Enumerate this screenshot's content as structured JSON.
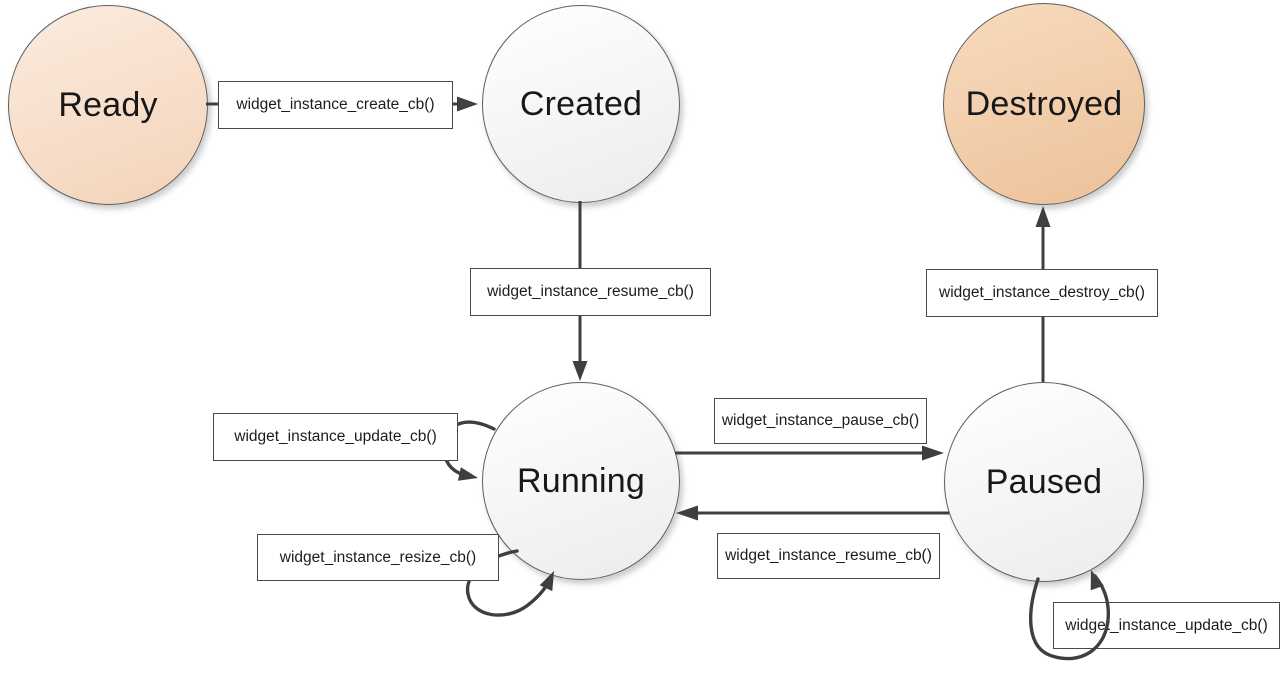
{
  "diagram": {
    "type": "state-diagram",
    "background": "#ffffff",
    "connector_color": "#3f3f3f",
    "box_border_color": "#4a4a4a",
    "node_border_color": "#5f5f5f",
    "states": [
      {
        "label": "Ready",
        "fill_top": "#fcecdf",
        "fill_bottom": "#f3d3b9"
      },
      {
        "label": "Created",
        "fill_top": "#fefefe",
        "fill_bottom": "#ececec"
      },
      {
        "label": "Destroyed",
        "fill_top": "#f7dbbe",
        "fill_bottom": "#edc199"
      },
      {
        "label": "Running",
        "fill_top": "#fefefe",
        "fill_bottom": "#ececec"
      },
      {
        "label": "Paused",
        "fill_top": "#fefefe",
        "fill_bottom": "#ececec"
      }
    ],
    "transitions": [
      {
        "from": "Ready",
        "to": "Created",
        "label": "widget_instance_create_cb()"
      },
      {
        "from": "Created",
        "to": "Running",
        "label": "widget_instance_resume_cb()"
      },
      {
        "from": "Running",
        "to": "Paused",
        "label": "widget_instance_pause_cb()"
      },
      {
        "from": "Paused",
        "to": "Running",
        "label": "widget_instance_resume_cb()"
      },
      {
        "from": "Paused",
        "to": "Destroyed",
        "label": "widget_instance_destroy_cb()"
      },
      {
        "from": "Running",
        "to": "Running",
        "label": "widget_instance_update_cb()"
      },
      {
        "from": "Running",
        "to": "Running",
        "label": "widget_instance_resize_cb()"
      },
      {
        "from": "Paused",
        "to": "Paused",
        "label": "widget_instance_update_cb()"
      }
    ]
  }
}
